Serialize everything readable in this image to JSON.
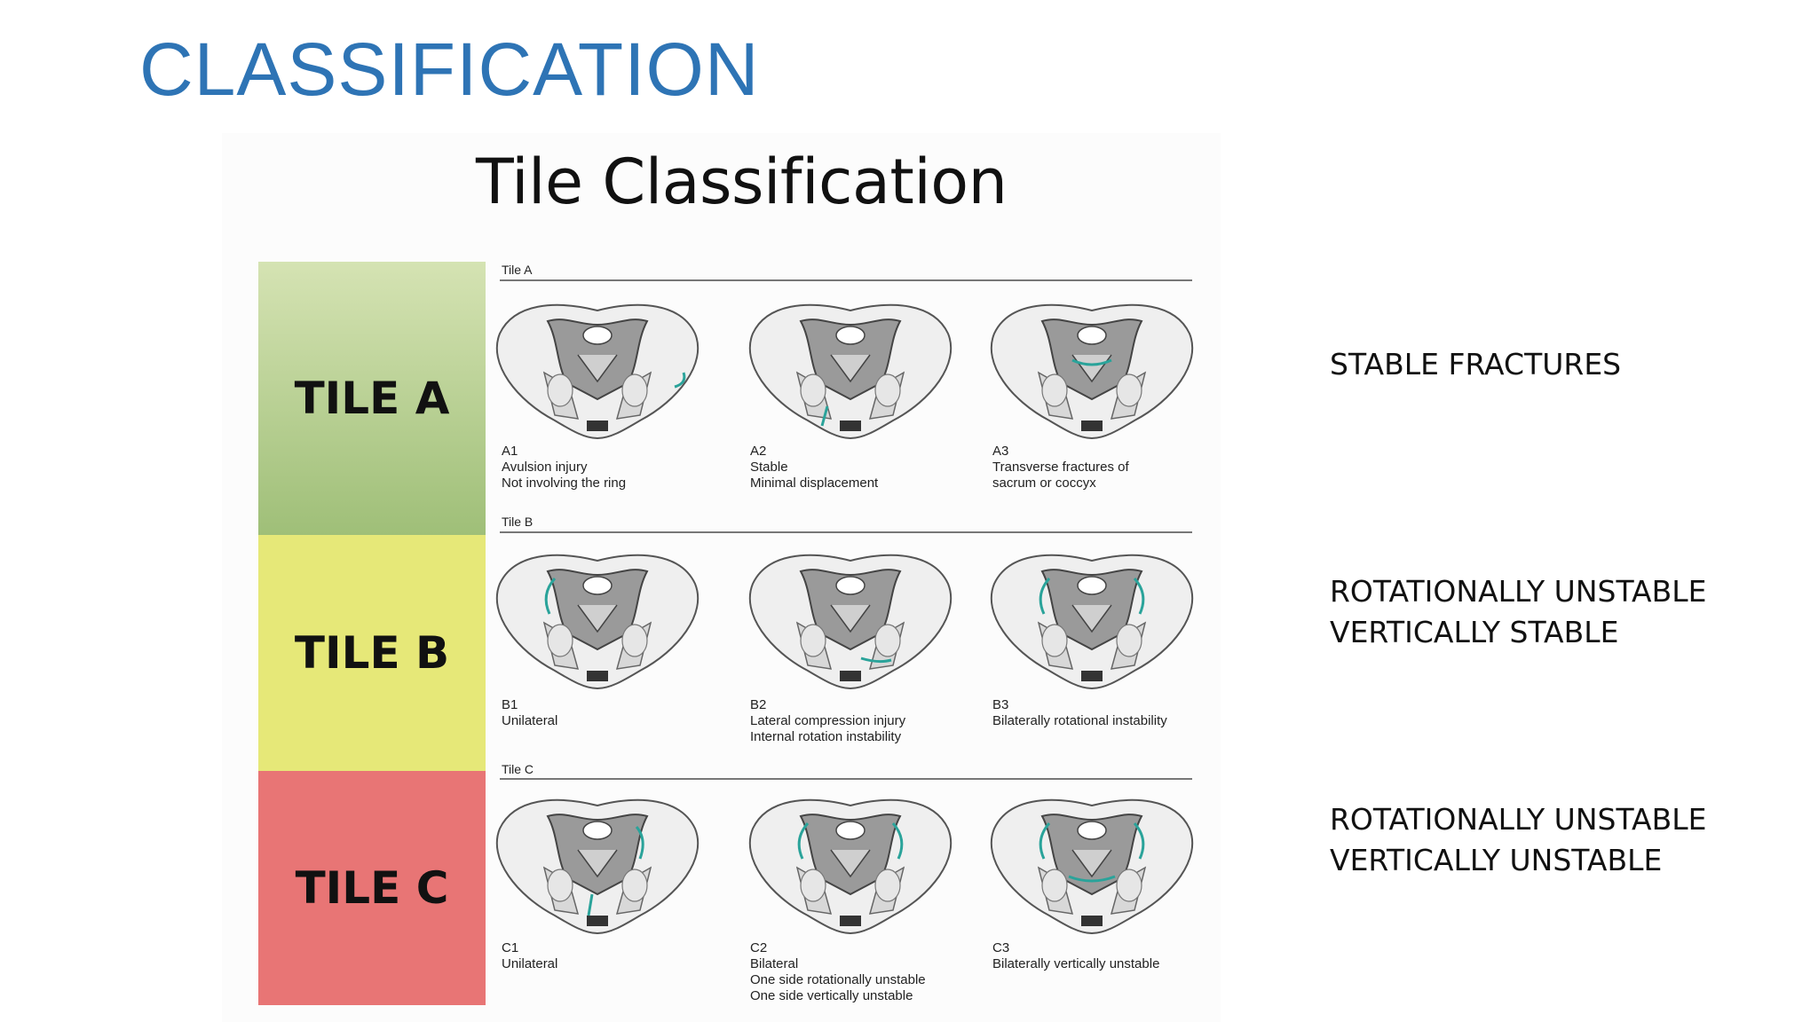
{
  "slide": {
    "title": "CLASSIFICATION"
  },
  "figure": {
    "title": "Tile Classification",
    "bands": [
      "TILE A",
      "TILE B",
      "TILE C"
    ],
    "rows": [
      {
        "label": "Tile A",
        "items": [
          {
            "code": "A1",
            "lines": [
              "Avulsion injury",
              "Not involving the ring"
            ]
          },
          {
            "code": "A2",
            "lines": [
              "Stable",
              "Minimal displacement"
            ]
          },
          {
            "code": "A3",
            "lines": [
              "Transverse fractures of",
              "sacrum or coccyx"
            ]
          }
        ]
      },
      {
        "label": "Tile B",
        "items": [
          {
            "code": "B1",
            "lines": [
              "Unilateral"
            ]
          },
          {
            "code": "B2",
            "lines": [
              "Lateral compression injury",
              "Internal rotation instability"
            ]
          },
          {
            "code": "B3",
            "lines": [
              "Bilaterally rotational instability"
            ]
          }
        ]
      },
      {
        "label": "Tile C",
        "items": [
          {
            "code": "C1",
            "lines": [
              "Unilateral"
            ]
          },
          {
            "code": "C2",
            "lines": [
              "Bilateral",
              "One side rotationally unstable",
              "One side vertically unstable"
            ]
          },
          {
            "code": "C3",
            "lines": [
              "Bilaterally vertically unstable"
            ]
          }
        ]
      }
    ]
  },
  "descriptions": [
    {
      "line1": "STABLE FRACTURES"
    },
    {
      "line1": "ROTATIONALLY UNSTABLE",
      "line2": "VERTICALLY STABLE"
    },
    {
      "line1": "ROTATIONALLY UNSTABLE",
      "line2": "VERTICALLY UNSTABLE"
    }
  ],
  "colors": {
    "title": "#2E74B5",
    "tile_a": "#b5cf92",
    "tile_b": "#e6e878",
    "tile_c": "#e87575",
    "fracture_line": "#2aa39a"
  }
}
